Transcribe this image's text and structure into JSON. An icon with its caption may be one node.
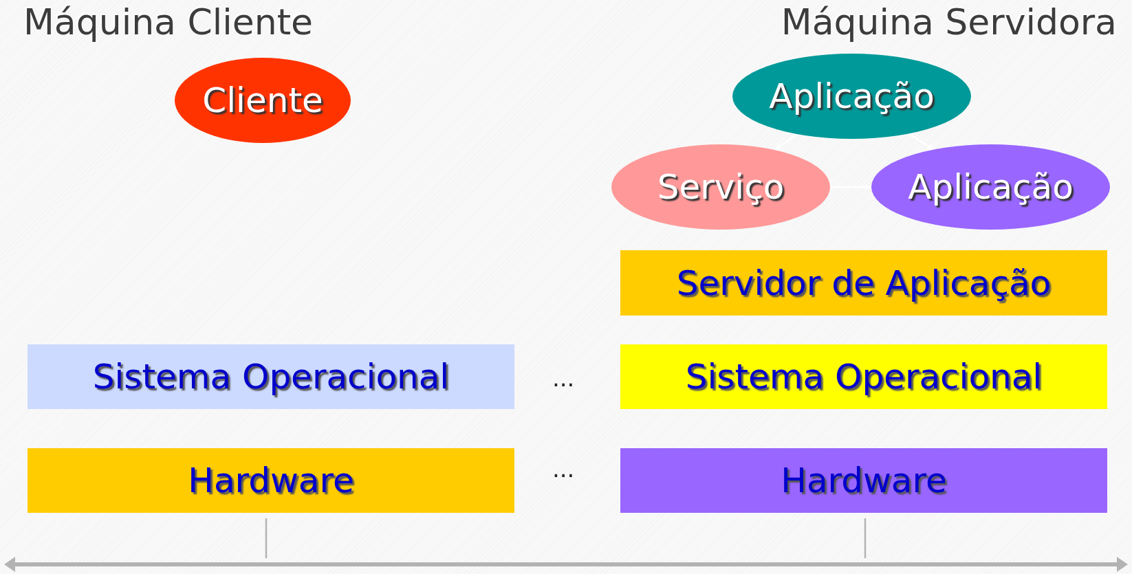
{
  "diagram": {
    "nodes": [
      {
        "text": [
          "Cliente"
        ]
      },
      {
        "text": [
          "Aplicação"
        ]
      },
      {
        "text": [
          "Serviço"
        ]
      },
      {
        "text": [
          "Aplicação"
        ]
      },
      {
        "text": [
          "Servidor de Aplicação"
        ]
      },
      {
        "text": [
          "Sistema Operacional"
        ]
      },
      {
        "text": [
          "Sistema Operacional"
        ]
      },
      {
        "text": [
          "Hardware"
        ]
      },
      {
        "text": [
          "Hardware"
        ]
      },
      {
        "text": [],
        "shape": "bar"
      }
    ],
    "edges": [
      {
        "from": 1,
        "to": 2,
        "arrow": "to",
        "color": "#ffffff"
      },
      {
        "from": 1,
        "to": 3,
        "arrow": "to",
        "color": "#ffffff"
      },
      {
        "from": 2,
        "to": 3,
        "arrow": "to",
        "color": "#ffffff"
      },
      {
        "from": 7,
        "to": 9,
        "arrow": "none",
        "color": "#b3b3b3"
      },
      {
        "from": 8,
        "to": 9,
        "arrow": "none",
        "color": "#b3b3b3"
      }
    ],
    "labels": [
      "Máquina Cliente",
      "Máquina Servidora",
      "...",
      "..."
    ]
  }
}
